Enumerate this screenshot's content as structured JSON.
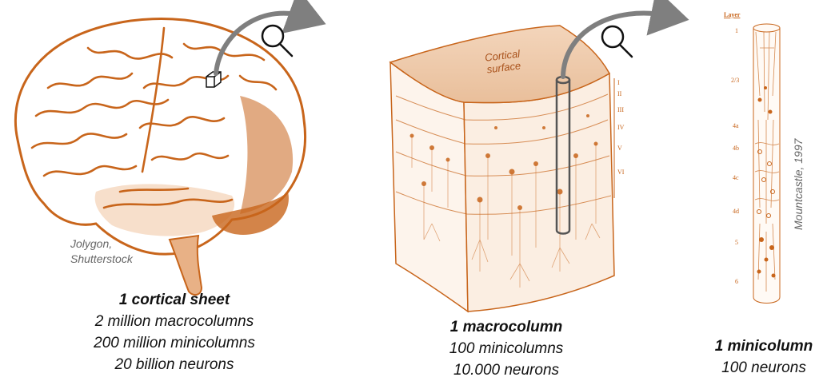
{
  "colors": {
    "accent": "#c8651b",
    "arrow": "#7f7f7f",
    "text": "#111111",
    "credit": "#666666"
  },
  "brain": {
    "credit_line1": "Jolygon,",
    "credit_line2": "Shutterstock",
    "caption": {
      "title": "1 cortical sheet",
      "lines": [
        "2 million macrocolumns",
        "200 million minicolumns",
        "20 billion neurons"
      ]
    }
  },
  "macrocolumn": {
    "surface_label_1": "Cortical",
    "surface_label_2": "surface",
    "layers": [
      "I",
      "II",
      "III",
      "IV",
      "V",
      "VI"
    ],
    "caption": {
      "title": "1 macrocolumn",
      "lines": [
        "100 minicolumns",
        "10.000 neurons"
      ]
    }
  },
  "minicolumn": {
    "layer_header": "Layer",
    "layers": [
      "1",
      "2/3",
      "4a",
      "4b",
      "4c",
      "4d",
      "5",
      "6"
    ],
    "credit": "Mountcastle, 1997",
    "caption": {
      "title": "1 minicolumn",
      "lines": [
        "100 neurons"
      ]
    }
  },
  "icons": [
    "zoom-arrow-icon",
    "magnifier-icon"
  ]
}
